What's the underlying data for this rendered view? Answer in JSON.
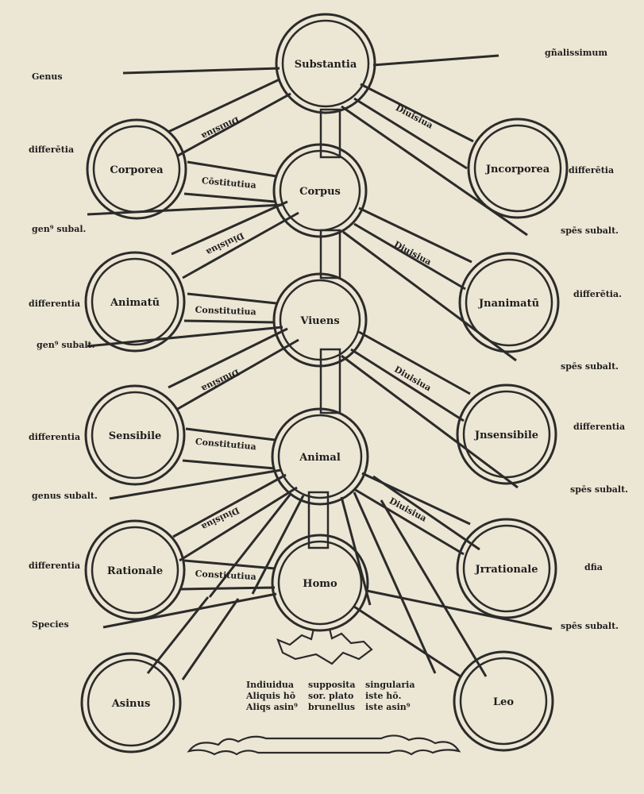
{
  "colors": {
    "paper": "#ece6d4",
    "ink": "#2b2b2b"
  },
  "nodes": {
    "substantia": "Substantia",
    "corporea": "Corporea",
    "incorporea": "Jncorporea",
    "corpus": "Corpus",
    "animatum": "Animatū",
    "inanimatum": "Jnanimatū",
    "vivens": "Viuens",
    "sensibile": "Sensibile",
    "insensibile": "Jnsensibile",
    "animal": "Animal",
    "rationale": "Rationale",
    "irrationale": "Jrrationale",
    "homo": "Homo",
    "asinus": "Asinus",
    "leo": "Leo"
  },
  "branches": {
    "divisiva": "Diuisiua",
    "constitutiva": "Constitutiua",
    "constitutiva_abbrev": "Cōstitutiua"
  },
  "margins": {
    "left": {
      "genus": "Genus",
      "differentia_1": "differētia",
      "genus_subalternum_1": "gen⁹ subal.",
      "differentia_2": "differentia",
      "genus_subalternum_2": "gen⁹ subalt.",
      "differentia_3": "differentia",
      "genus_subalternum_3": "genus subalt.",
      "differentia_4": "differentia",
      "species": "Species"
    },
    "right": {
      "generalissimum": "gñalissimum",
      "differentia_1": "differētia",
      "species_subalterna_1": "spēs subalt.",
      "differentia_2": "differētia.",
      "species_subalterna_2": "spēs subalt.",
      "differentia_3": "differentia",
      "species_subalterna_3": "spēs subalt.",
      "differentia_4": "dfia",
      "species_subalterna_4": "spēs subalt."
    }
  },
  "footer": {
    "col1": [
      "Indiuidua",
      "Aliquis hō",
      "Aliqs asin⁹"
    ],
    "col2": [
      "supposita",
      "sor. plato",
      "brunellus"
    ],
    "col3": [
      "singularia",
      "iste hō.",
      "iste asin⁹"
    ]
  }
}
